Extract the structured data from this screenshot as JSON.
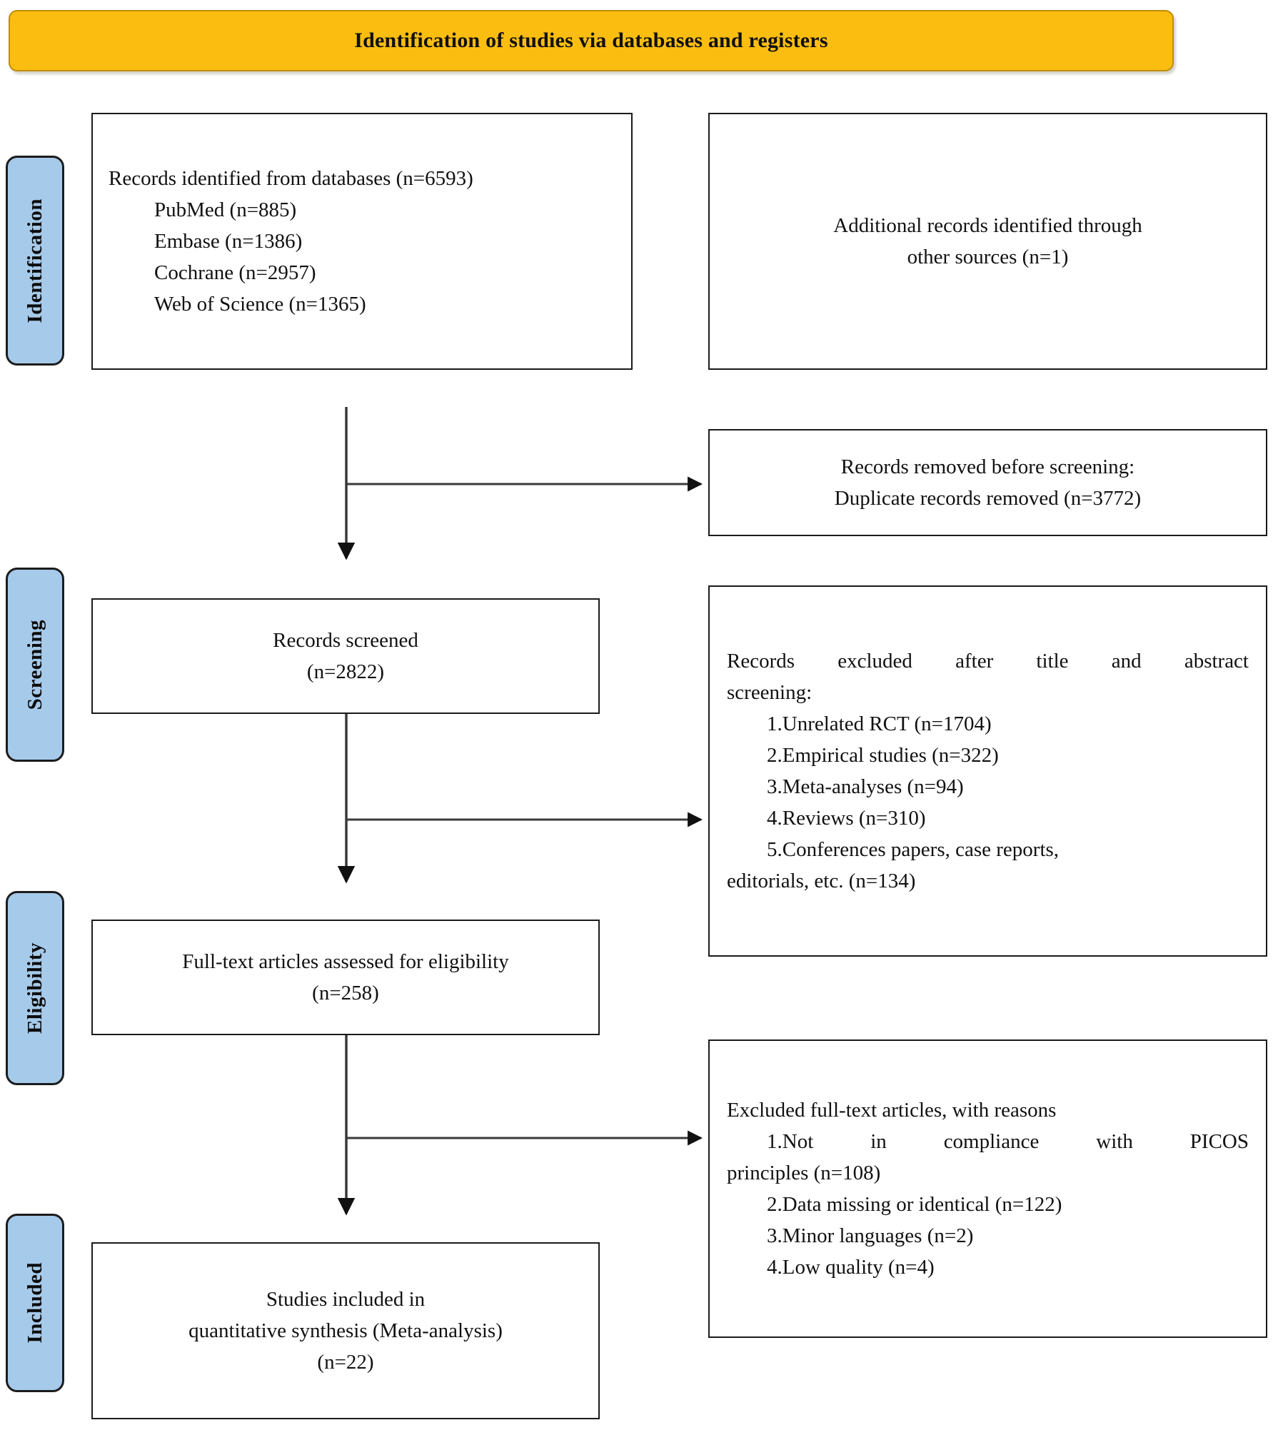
{
  "header": {
    "title": "Identification of studies via databases and registers",
    "accent_color": "#fbbe10",
    "border_color": "#c08c06"
  },
  "stages": [
    {
      "id": "identification",
      "label": "Identification",
      "color": "#a6caea"
    },
    {
      "id": "screening",
      "label": "Screening",
      "color": "#a6caea"
    },
    {
      "id": "eligibility",
      "label": "Eligibility",
      "color": "#a6caea"
    },
    {
      "id": "included",
      "label": "Included",
      "color": "#a6caea"
    }
  ],
  "boxes": {
    "records_identified": {
      "heading": "Records identified from databases (n=6593)",
      "sources": [
        "PubMed (n=885)",
        "Embase (n=1386)",
        "Cochrane (n=2957)",
        "Web of Science (n=1365)"
      ]
    },
    "additional_records": {
      "line1": "Additional records identified through",
      "line2": "other sources (n=1)"
    },
    "records_removed": {
      "line1": "Records removed before screening:",
      "line2": "Duplicate records removed (n=3772)"
    },
    "records_screened": {
      "line1": "Records screened",
      "line2": "(n=2822)"
    },
    "records_excluded": {
      "heading_line1": "Records excluded after title and abstract",
      "heading_line2": "screening:",
      "reasons": [
        "1.Unrelated RCT (n=1704)",
        "2.Empirical studies (n=322)",
        "3.Meta-analyses (n=94)",
        "4.Reviews (n=310)",
        "5.Conferences papers, case reports,",
        "editorials, etc. (n=134)"
      ]
    },
    "fulltext_assessed": {
      "line1": "Full-text articles assessed for eligibility",
      "line2": "(n=258)"
    },
    "fulltext_excluded": {
      "heading": "Excluded full-text articles, with reasons",
      "reasons_line1a": "1.Not in compliance with PICOS",
      "reasons_line1b": "principles (n=108)",
      "reasons": [
        "2.Data missing or identical (n=122)",
        "3.Minor languages (n=2)",
        "4.Low quality (n=4)"
      ]
    },
    "studies_included": {
      "line1": "Studies included in",
      "line2": "quantitative synthesis (Meta-analysis)",
      "line3": "(n=22)"
    }
  },
  "connectors": {
    "stroke_color": "#1a1a1a",
    "items": [
      {
        "name": "identified-to-screened",
        "type": "vertical-arrow"
      },
      {
        "name": "identified-to-removed",
        "type": "horizontal-arrow"
      },
      {
        "name": "screened-to-fulltext",
        "type": "vertical-arrow"
      },
      {
        "name": "screened-to-excluded",
        "type": "horizontal-arrow"
      },
      {
        "name": "fulltext-to-included",
        "type": "vertical-arrow"
      },
      {
        "name": "fulltext-to-excluded",
        "type": "horizontal-arrow"
      }
    ]
  }
}
